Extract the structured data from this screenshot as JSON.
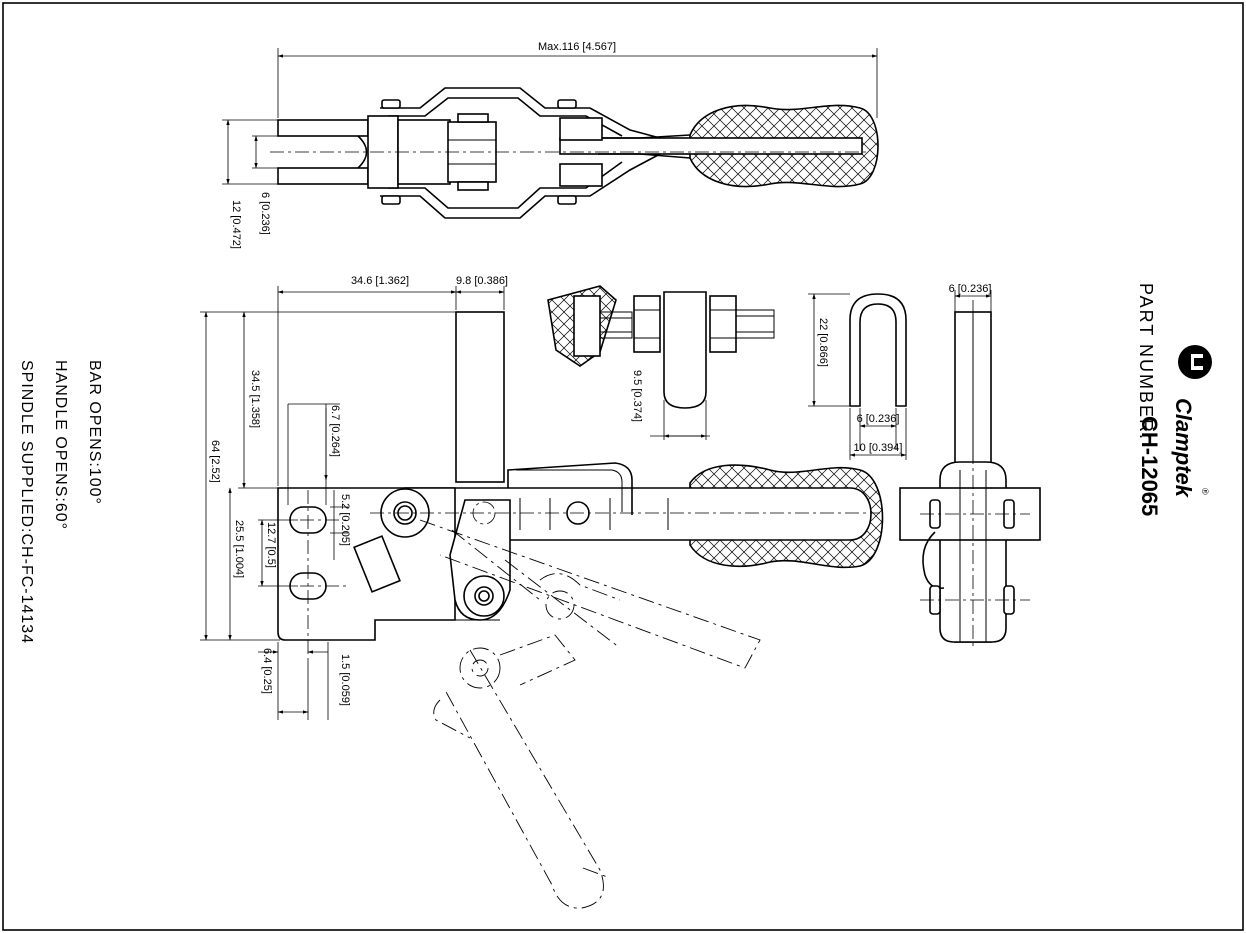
{
  "drawing": {
    "title_block": {
      "brand": "Clamptek",
      "logo_mark": "CT",
      "registered_mark": "®",
      "part_number_label": "PART NUMBER:",
      "part_number": "CH-12065"
    },
    "notes": [
      "BAR OPENS:100°",
      "HANDLE OPENS:60°",
      "SPINDLE SUPPLIED:CH-FC-14134"
    ],
    "dimensions": {
      "overall_length": "Max.116 [4.567]",
      "top_inner_width": "6 [0.236]",
      "top_outer_width": "12 [0.472]",
      "bar_reach": "34.6 [1.362]",
      "bar_width": "9.8 [0.386]",
      "height_total": "64 [2.52]",
      "height_upper": "34.5 [1.358]",
      "slot_length": "6.7 [0.264]",
      "slot_gap": "5.2 [0.205]",
      "hole_pitch": "12.7 [0.5]",
      "base_height": "25.5 [1.004]",
      "hole_offset": "6.4 [0.25]",
      "base_thickness": "1.5 [0.059]",
      "spindle_length": "9.5 [0.374]",
      "u_height": "22 [0.866]",
      "u_inner_width": "6 [0.236]",
      "u_outer_width": "10 [0.394]",
      "end_view_width": "6 [0.236]"
    }
  }
}
